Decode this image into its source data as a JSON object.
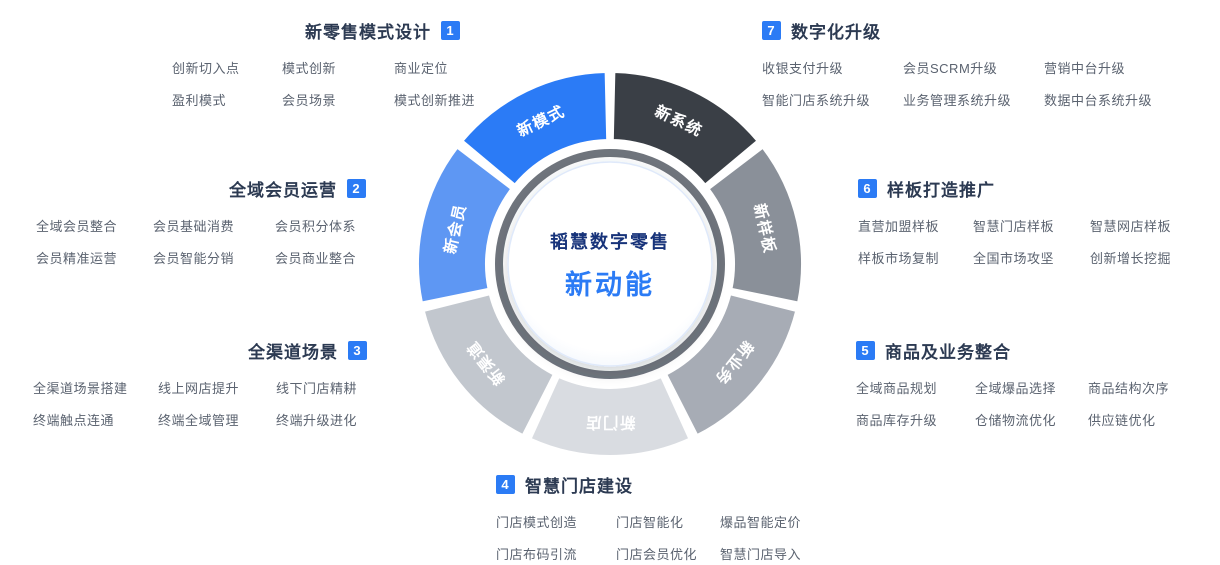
{
  "center": {
    "line1": "韬慧数字零售",
    "line2": "新动能"
  },
  "colors": {
    "accent_blue": "#2b7bf5",
    "heading_text": "#2c3a52",
    "item_text": "#5b6370",
    "ring_gray": "#6f747c"
  },
  "chart_data": {
    "type": "pie",
    "title": "韬慧数字零售 新动能",
    "legend_position": "none",
    "segments": [
      {
        "label": "新系统",
        "value": 1,
        "color": "#3a3f46"
      },
      {
        "label": "新样板",
        "value": 1,
        "color": "#8a9099"
      },
      {
        "label": "新业务",
        "value": 1,
        "color": "#a7acb5"
      },
      {
        "label": "新门店",
        "value": 1,
        "color": "#d9dce1"
      },
      {
        "label": "新渠道",
        "value": 1,
        "color": "#c2c7ce"
      },
      {
        "label": "新会员",
        "value": 1,
        "color": "#5e97f3"
      },
      {
        "label": "新模式",
        "value": 1,
        "color": "#2b7bf6"
      }
    ]
  },
  "sections": [
    {
      "num": "1",
      "title": "新零售模式设计",
      "items": [
        [
          "创新切入点",
          "模式创新",
          "商业定位"
        ],
        [
          "盈利模式",
          "会员场景",
          "模式创新推进"
        ]
      ]
    },
    {
      "num": "2",
      "title": "全域会员运营",
      "items": [
        [
          "全域会员整合",
          "会员基础消费",
          "会员积分体系"
        ],
        [
          "会员精准运营",
          "会员智能分销",
          "会员商业整合"
        ]
      ]
    },
    {
      "num": "3",
      "title": "全渠道场景",
      "items": [
        [
          "全渠道场景搭建",
          "线上网店提升",
          "线下门店精耕"
        ],
        [
          "终端触点连通",
          "终端全域管理",
          "终端升级进化"
        ]
      ]
    },
    {
      "num": "4",
      "title": "智慧门店建设",
      "items": [
        [
          "门店模式创造",
          "门店智能化",
          "爆品智能定价"
        ],
        [
          "门店布码引流",
          "门店会员优化",
          "智慧门店导入"
        ]
      ]
    },
    {
      "num": "5",
      "title": "商品及业务整合",
      "items": [
        [
          "全域商品规划",
          "全域爆品选择",
          "商品结构次序"
        ],
        [
          "商品库存升级",
          "仓储物流优化",
          "供应链优化"
        ]
      ]
    },
    {
      "num": "6",
      "title": "样板打造推广",
      "items": [
        [
          "直营加盟样板",
          "智慧门店样板",
          "智慧网店样板"
        ],
        [
          "样板市场复制",
          "全国市场攻坚",
          "创新增长挖掘"
        ]
      ]
    },
    {
      "num": "7",
      "title": "数字化升级",
      "items": [
        [
          "收银支付升级",
          "会员SCRM升级",
          "营销中台升级"
        ],
        [
          "智能门店系统升级",
          "业务管理系统升级",
          "数据中台系统升级"
        ]
      ]
    }
  ]
}
